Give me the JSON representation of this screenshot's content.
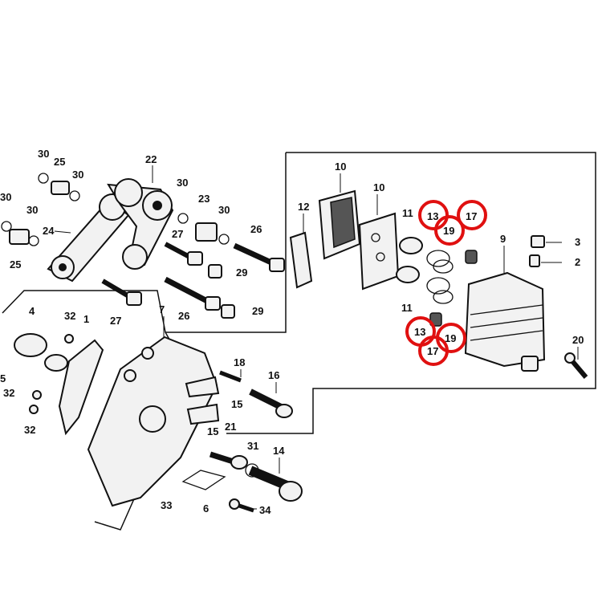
{
  "callouts": {
    "p30a": "30",
    "p25a": "25",
    "p30b": "30",
    "p22": "22",
    "p30c": "30",
    "p30d": "30",
    "p30e": "30",
    "p23": "23",
    "p30f": "30",
    "p24": "24",
    "p25b": "25",
    "p27a": "27",
    "p26a": "26",
    "p29a": "29",
    "p27b": "27",
    "p26b": "26",
    "p29b": "29",
    "p10a": "10",
    "p10b": "10",
    "p12": "12",
    "p11a": "11",
    "p13a": "13",
    "p17a": "17",
    "p19a": "19",
    "p9": "9",
    "p3": "3",
    "p2": "2",
    "p11b": "11",
    "p13b": "13",
    "p17b": "17",
    "p19b": "19",
    "p20": "20",
    "p4": "4",
    "p32a": "32",
    "p1": "1",
    "p7": "7",
    "p5": "5",
    "p32b": "32",
    "p32c": "32",
    "p18": "18",
    "p16": "16",
    "p15a": "15",
    "p15b": "15",
    "p21": "21",
    "p31": "31",
    "p14": "14",
    "p33": "33",
    "p6": "6",
    "p34": "34"
  },
  "highlight_color": "#e01010"
}
